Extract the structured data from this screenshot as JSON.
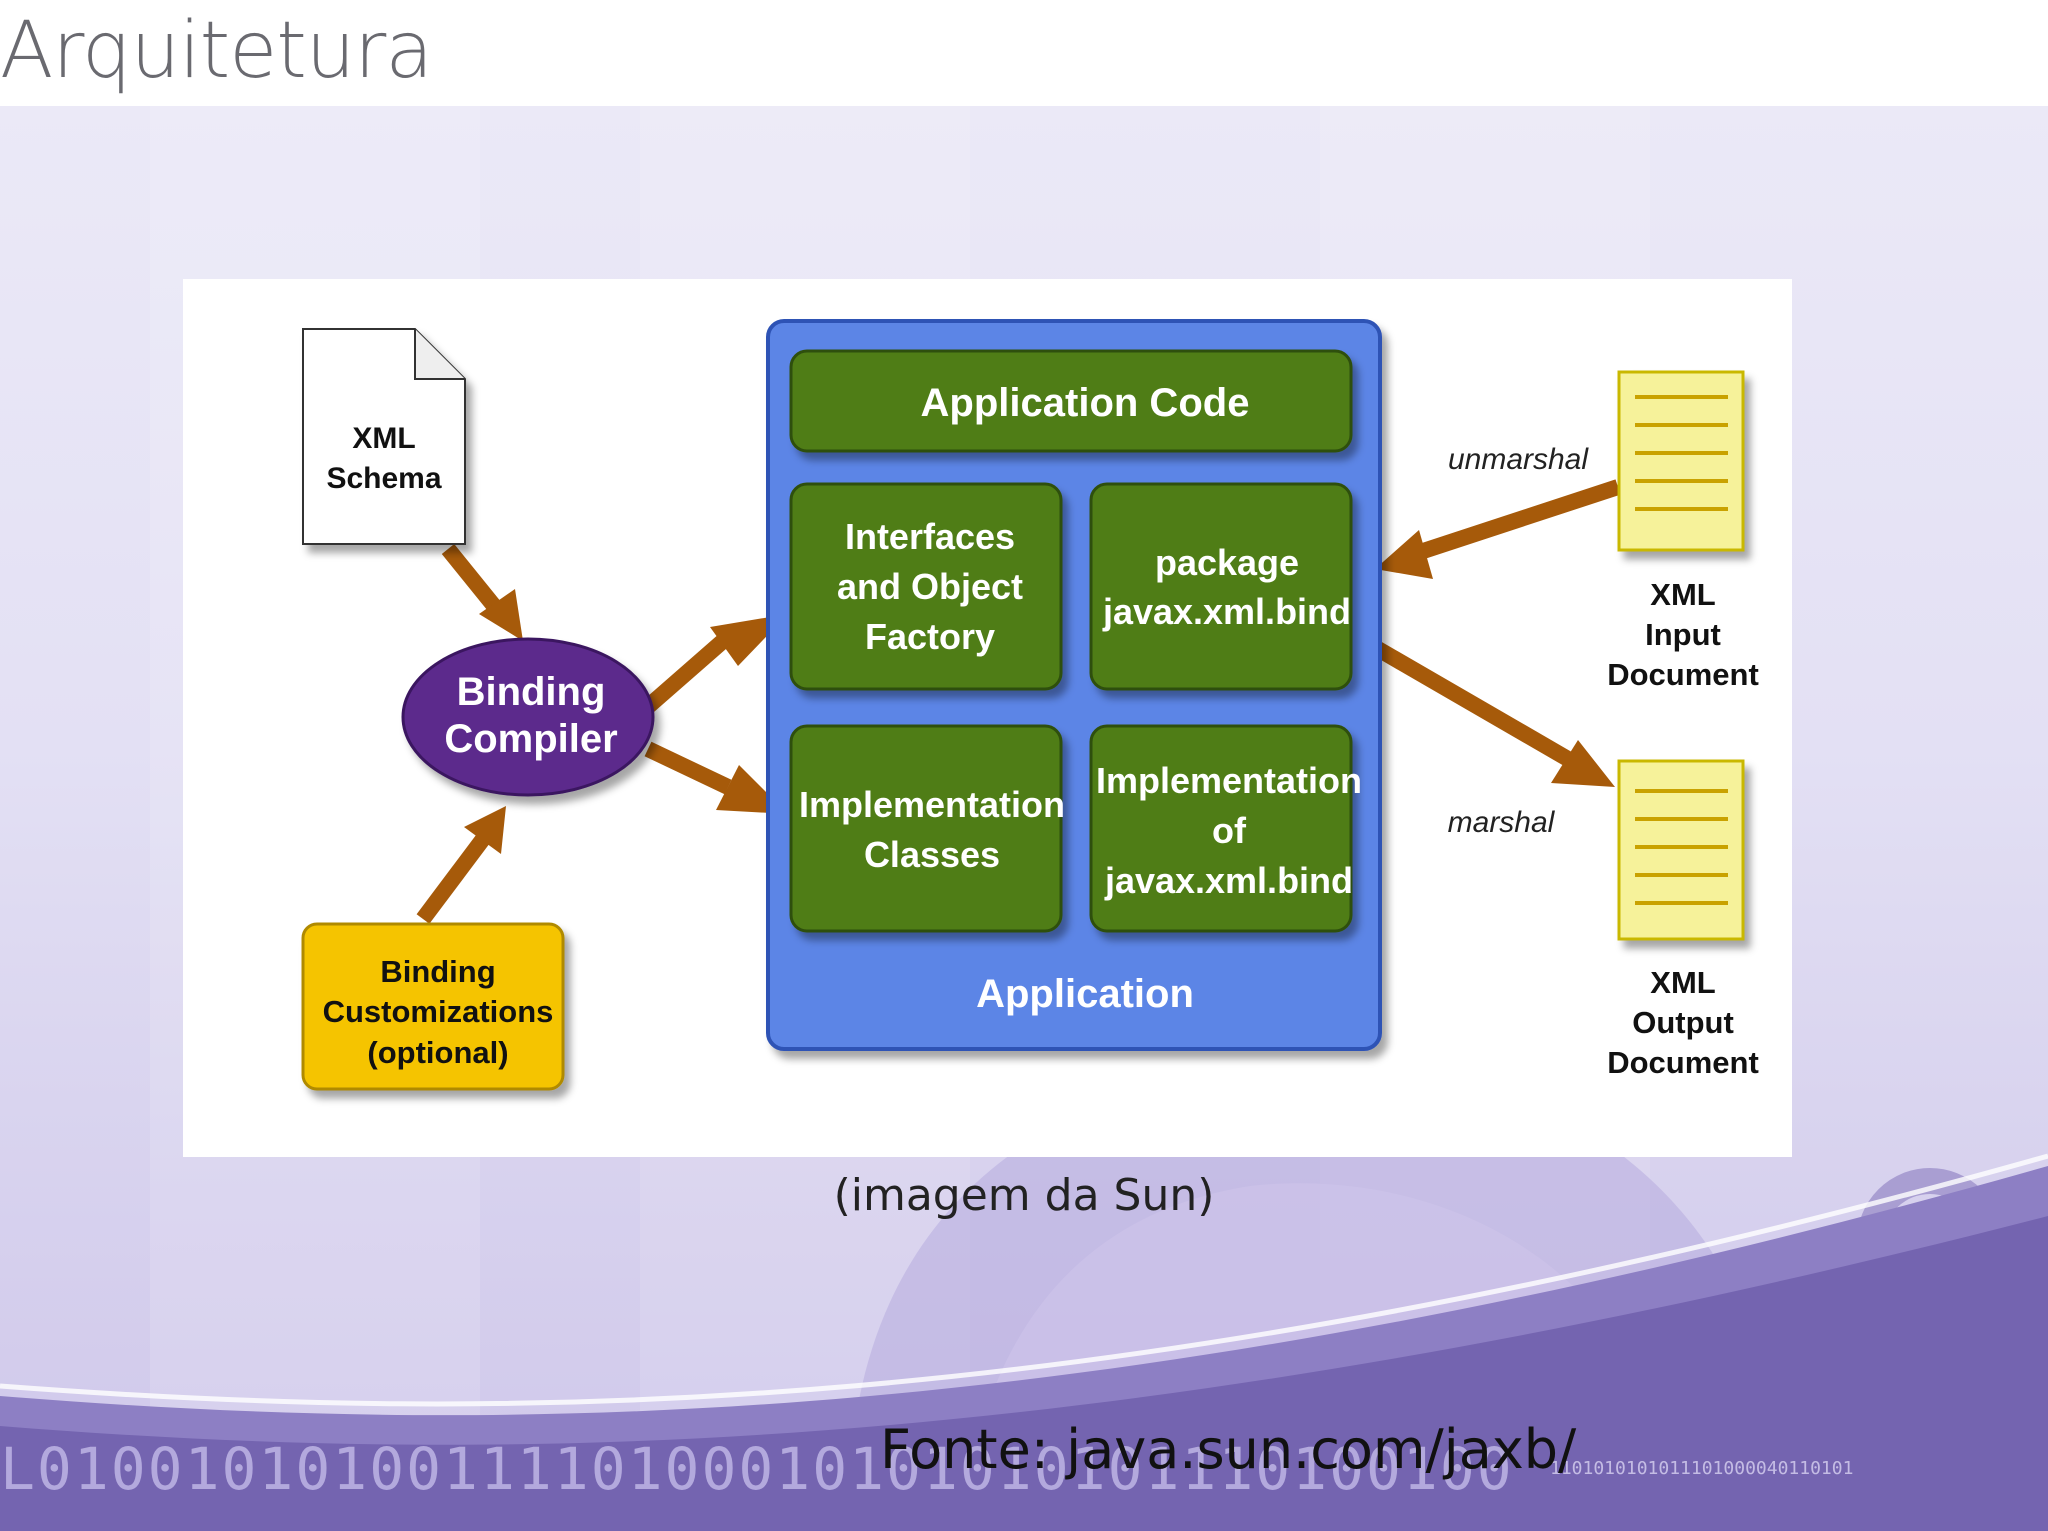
{
  "slide": {
    "title": "Arquitetura",
    "caption": "(imagem da Sun)",
    "source": "Fonte: java.sun.com/jaxb/",
    "binary_strip_top": "L0100101010011110100010101010101110100100",
    "binary_strip_small": "1101010101011101000040110101"
  },
  "diagram": {
    "xml_schema": {
      "line1": "XML",
      "line2": "Schema"
    },
    "binding_compiler": {
      "line1": "Binding",
      "line2": "Compiler"
    },
    "binding_customizations": {
      "line1": "Binding",
      "line2": "Customizations",
      "line3": "(optional)"
    },
    "application_code": "Application Code",
    "interfaces": {
      "line1": "Interfaces",
      "line2": "and Object",
      "line3": "Factory"
    },
    "package": {
      "line1": "package",
      "line2": "javax.xml.bind"
    },
    "impl_classes": {
      "line1": "Implementation",
      "line2": "Classes"
    },
    "impl_bind": {
      "line1": "Implementation",
      "line2": "of",
      "line3": "javax.xml.bind"
    },
    "application": "Application",
    "unmarshal": "unmarshal",
    "marshal": "marshal",
    "xml_input": {
      "line1": "XML",
      "line2": "Input",
      "line3": "Document"
    },
    "xml_output": {
      "line1": "XML",
      "line2": "Output",
      "line3": "Document"
    }
  },
  "colors": {
    "green_box": "#4f7d16",
    "blue_panel": "#5b85e6",
    "purple_ellipse": "#5b2a8c",
    "yellow_box": "#f5c400",
    "arrow": "#a65a0a",
    "doc_yellow": "#f6f29a"
  }
}
